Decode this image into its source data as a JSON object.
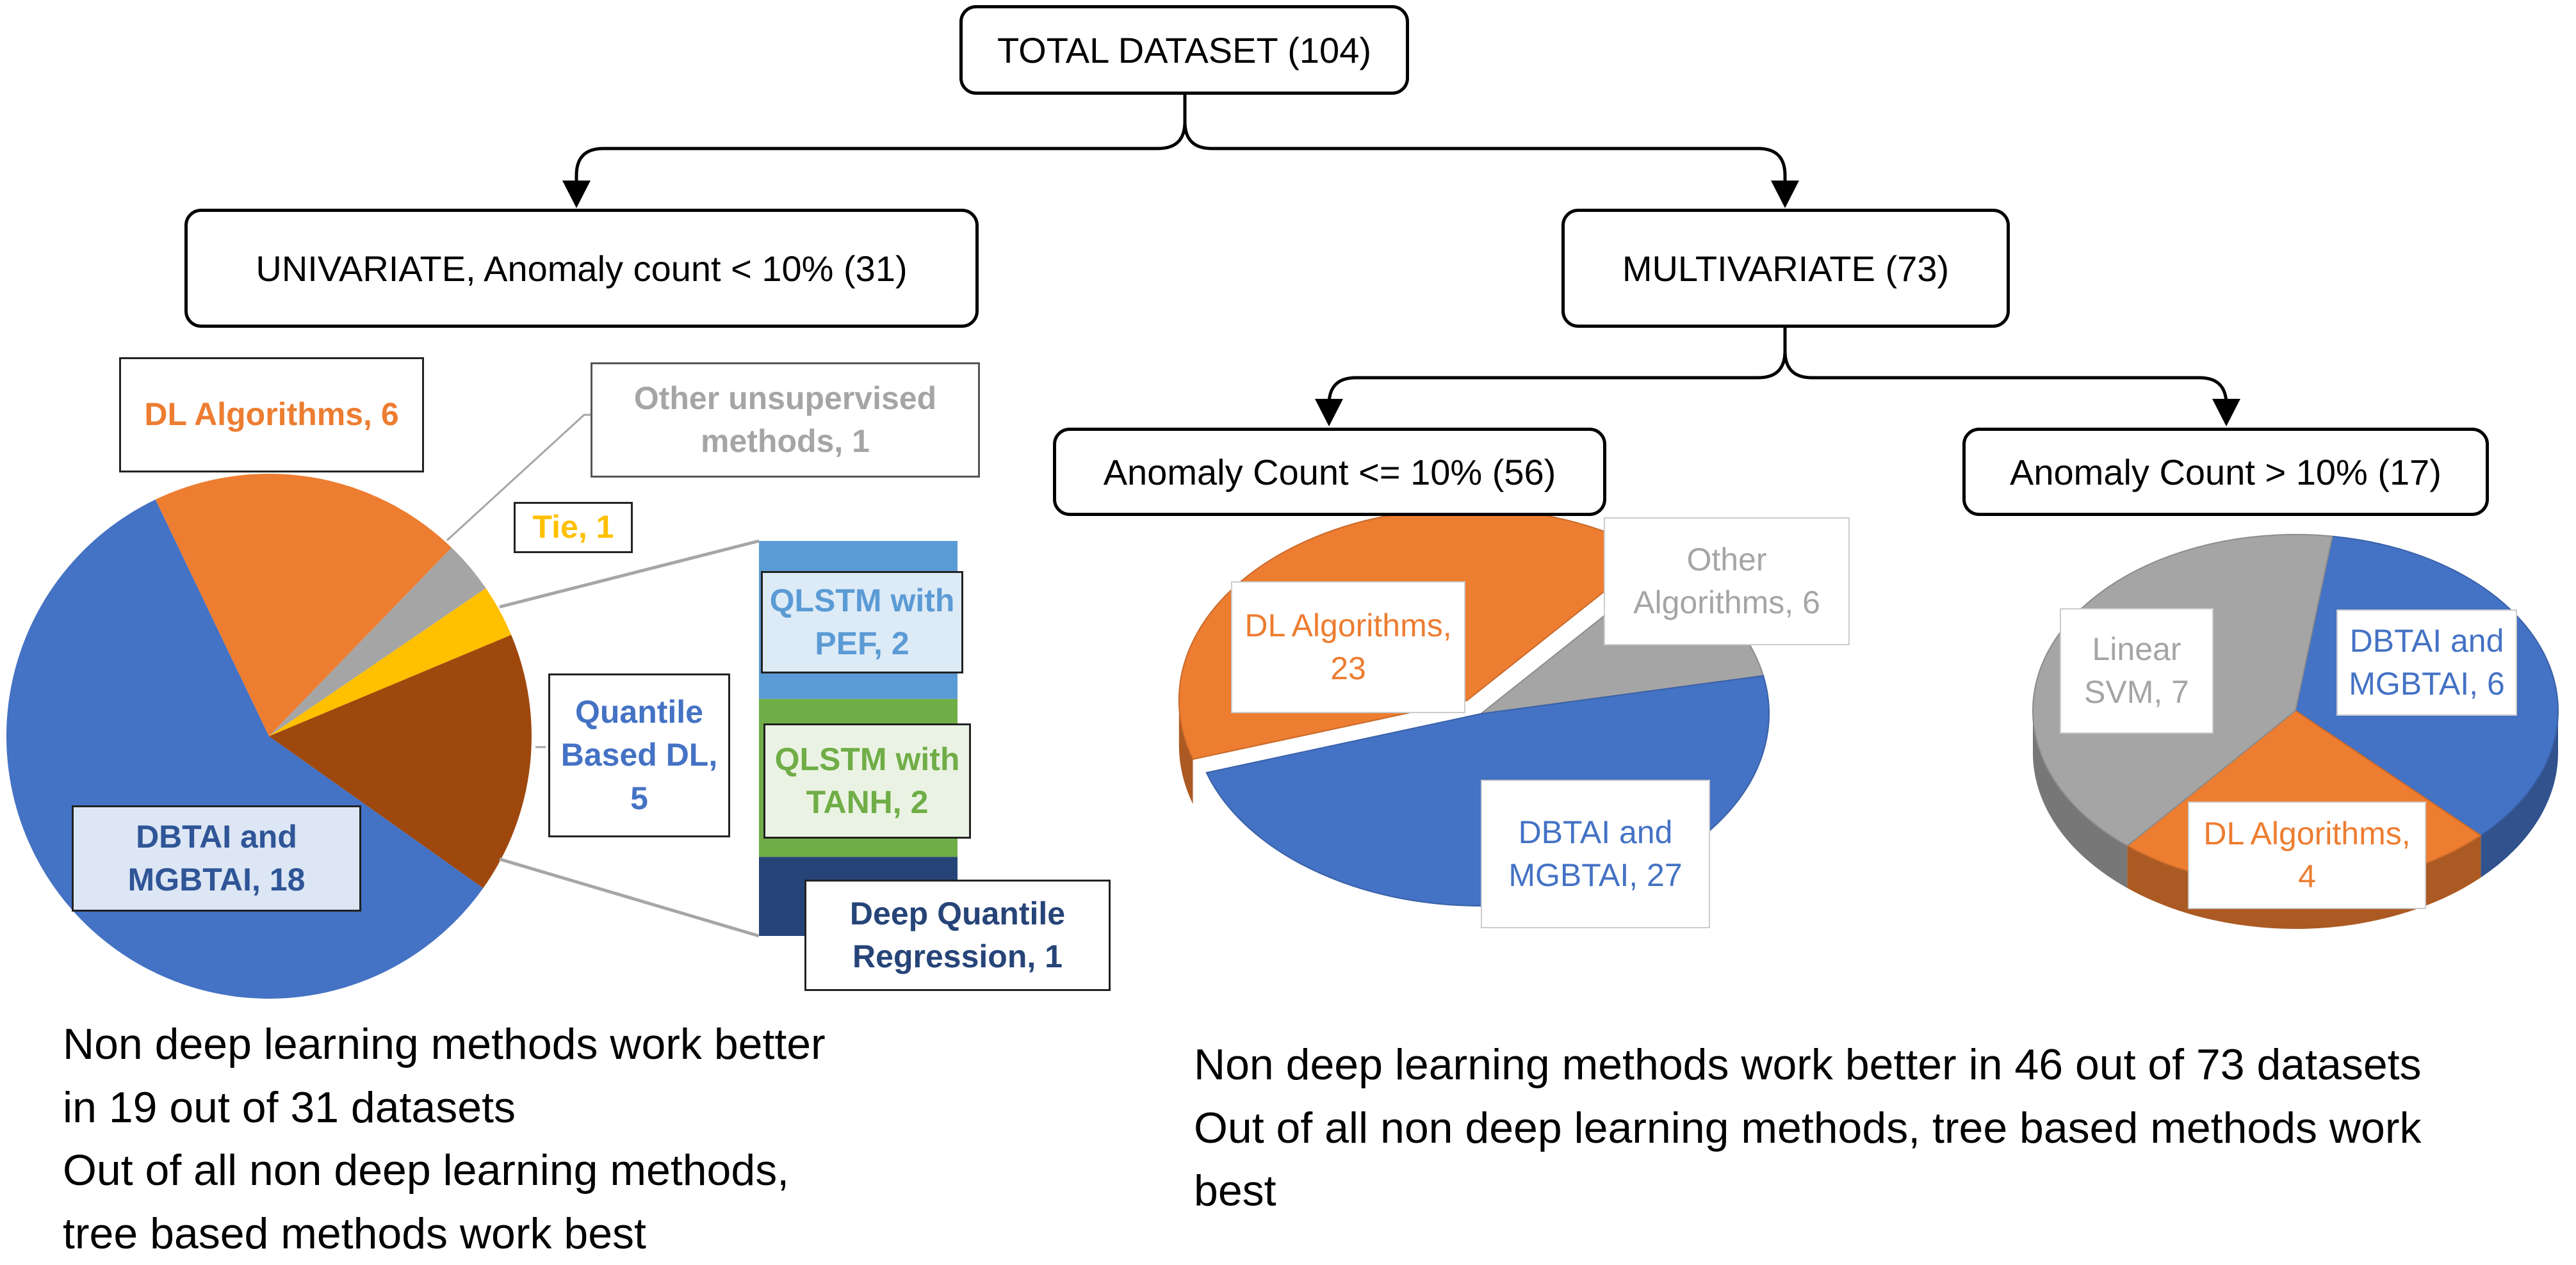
{
  "colors": {
    "blue": "#4472C4",
    "orange": "#ED7D31",
    "gray": "#A5A5A5",
    "yellow": "#FFC000",
    "brown": "#9E480E",
    "light_blue": "#5B9BD5",
    "green": "#70AD47",
    "navy": "#264478"
  },
  "nodes": {
    "total": "TOTAL DATASET (104)",
    "univariate": "UNIVARIATE, Anomaly count < 10% (31)",
    "multivariate": "MULTIVARIATE (73)",
    "multi_low": "Anomaly Count <= 10% (56)",
    "multi_high": "Anomaly Count > 10% (17)"
  },
  "chart_data": [
    {
      "type": "pie",
      "slices": [
        {
          "label": "DBTAI and MGBTAI",
          "value": 18
        },
        {
          "label": "DL Algorithms",
          "value": 6
        },
        {
          "label": "Other unsupervised methods",
          "value": 1
        },
        {
          "label": "Tie",
          "value": 1
        },
        {
          "label": "Quantile Based DL",
          "value": 5
        }
      ],
      "breakdown": {
        "of": "Quantile Based DL",
        "slices": [
          {
            "label": "QLSTM with PEF",
            "value": 2
          },
          {
            "label": "QLSTM with TANH",
            "value": 2
          },
          {
            "label": "Deep Quantile Regression",
            "value": 1
          }
        ]
      }
    },
    {
      "type": "pie",
      "slices": [
        {
          "label": "DL Algorithms",
          "value": 23
        },
        {
          "label": "Other Algorithms",
          "value": 6
        },
        {
          "label": "DBTAI and MGBTAI",
          "value": 27
        }
      ]
    },
    {
      "type": "pie",
      "slices": [
        {
          "label": "Linear SVM",
          "value": 7
        },
        {
          "label": "DBTAI and MGBTAI",
          "value": 6
        },
        {
          "label": "DL Algorithms",
          "value": 4
        }
      ]
    }
  ],
  "labels": {
    "uni_dl": "DL Algorithms, 6",
    "uni_other": "Other unsupervised\nmethods, 1",
    "uni_tie": "Tie, 1",
    "uni_quantile": "Quantile\nBased DL,\n5",
    "uni_dbtai": "DBTAI and\nMGBTAI, 18",
    "uni_pef": "QLSTM with\nPEF, 2",
    "uni_tanh": "QLSTM with\nTANH, 2",
    "uni_dqr": "Deep Quantile\nRegression, 1",
    "m1_dl": "DL Algorithms,\n23",
    "m1_other": "Other\nAlgorithms, 6",
    "m1_dbtai": "DBTAI and\nMGBTAI, 27",
    "m2_svm": "Linear\nSVM, 7",
    "m2_dbtai": "DBTAI and\nMGBTAI, 6",
    "m2_dl": "DL Algorithms,\n4"
  },
  "conclusions": {
    "univariate": [
      "Non deep learning methods work better",
      "in 19 out of 31 datasets",
      "Out of all non deep learning methods,",
      "tree based methods work best"
    ],
    "multivariate": [
      "Non deep learning methods work better in 46 out of 73 datasets",
      "Out of all non deep learning methods, tree based methods work",
      "best"
    ]
  }
}
